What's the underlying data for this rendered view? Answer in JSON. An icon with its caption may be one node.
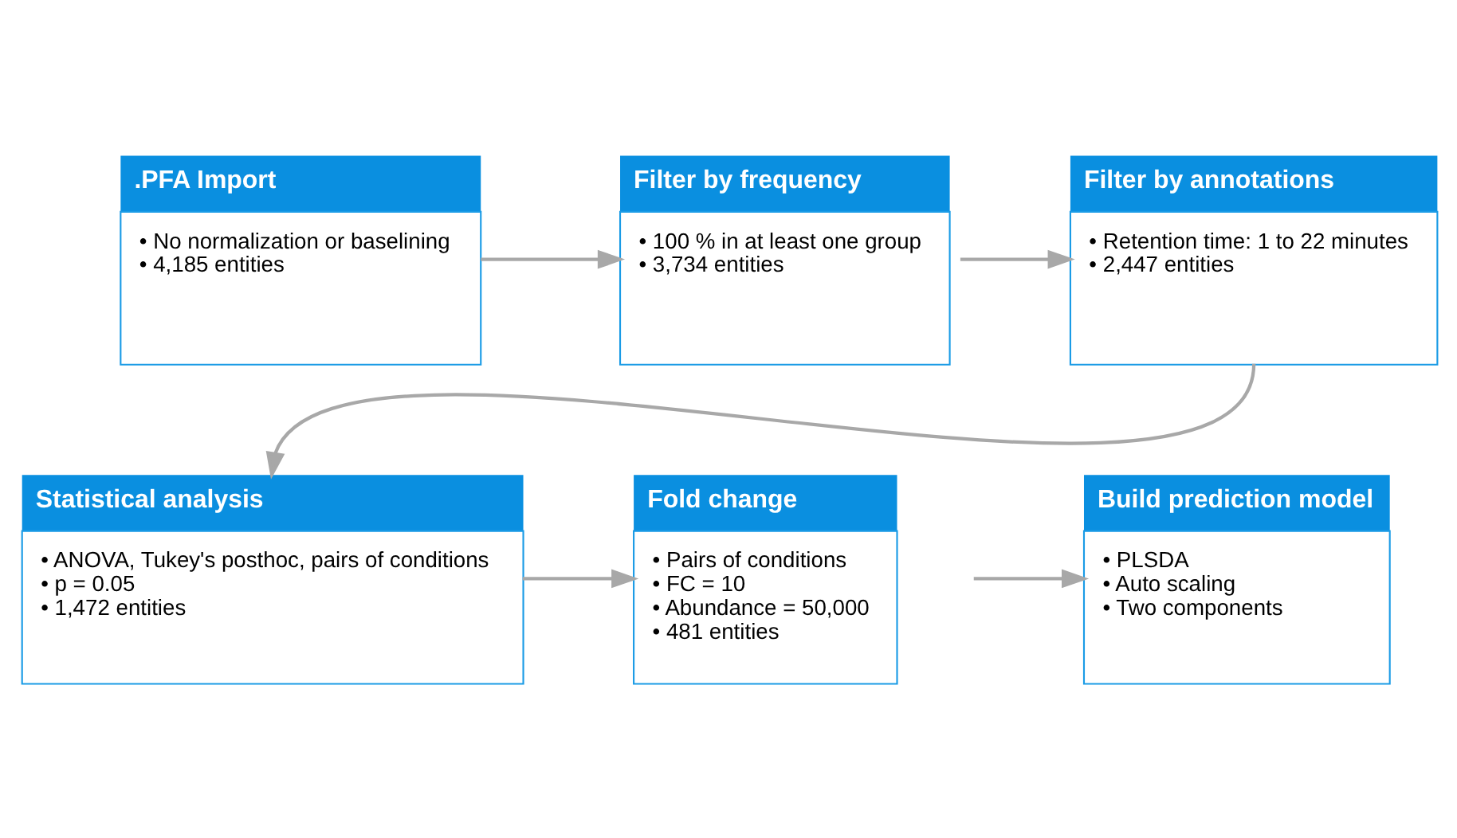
{
  "diagram": {
    "nodes": [
      {
        "text": [
          ".PFA Import",
          "• No normalization or baselining",
          "• 4,185 entities"
        ]
      },
      {
        "text": [
          "Filter by frequency",
          "• 100 % in at least one group",
          "• 3,734 entities"
        ]
      },
      {
        "text": [
          "Filter by annotations",
          "• Retention time: 1 to 22 minutes",
          "• 2,447 entities"
        ]
      },
      {
        "text": [
          "Statistical analysis",
          "• ANOVA, Tukey's posthoc, pairs of conditions",
          "• p = 0.05",
          "• 1,472 entities"
        ]
      },
      {
        "text": [
          "Fold change",
          "• Pairs of conditions",
          "• FC = 10",
          "• Abundance = 50,000",
          "• 481 entities"
        ]
      },
      {
        "text": [
          "Build prediction model",
          "• PLSDA",
          "• Auto scaling",
          "• Two components"
        ]
      }
    ],
    "edges": [
      {
        "from": 0,
        "to": 1,
        "arrow": "to"
      },
      {
        "from": 1,
        "to": 2,
        "arrow": "to"
      },
      {
        "from": 2,
        "to": 3,
        "arrow": "to"
      },
      {
        "from": 3,
        "to": 4,
        "arrow": "to"
      },
      {
        "from": 4,
        "to": 5,
        "arrow": "to"
      }
    ]
  }
}
